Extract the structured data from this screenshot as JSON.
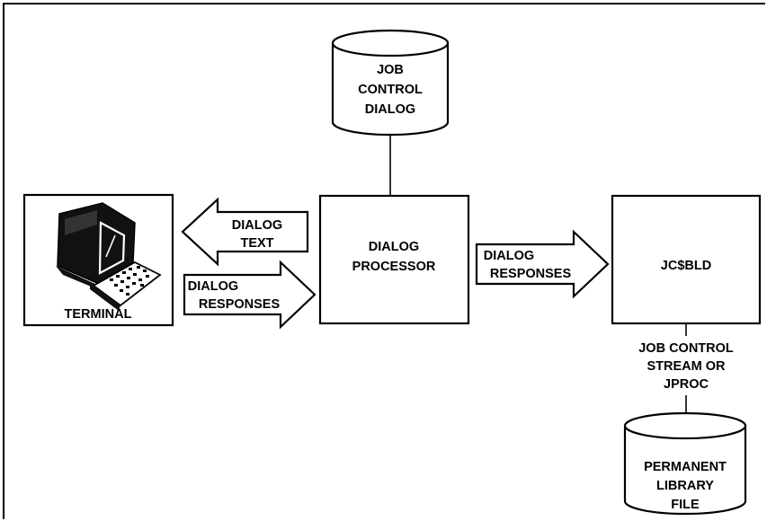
{
  "nodes": {
    "dialog_db": {
      "label": [
        "JOB",
        "CONTROL",
        "DIALOG"
      ]
    },
    "terminal": {
      "label": "TERMINAL"
    },
    "processor": {
      "label": [
        "DIALOG",
        "PROCESSOR"
      ]
    },
    "jcsbld": {
      "label": "JC$BLD"
    },
    "library_db": {
      "label": [
        "PERMANENT",
        "LIBRARY",
        "FILE"
      ]
    }
  },
  "edges": {
    "dialog_text": {
      "label": [
        "DIALOG",
        "TEXT"
      ]
    },
    "dialog_responses_in": {
      "label": [
        "DIALOG",
        "RESPONSES"
      ]
    },
    "dialog_responses_out": {
      "label": [
        "DIALOG",
        "RESPONSES"
      ]
    },
    "output_stream": {
      "label": [
        "JOB CONTROL",
        "STREAM OR",
        "JPROC"
      ]
    }
  }
}
